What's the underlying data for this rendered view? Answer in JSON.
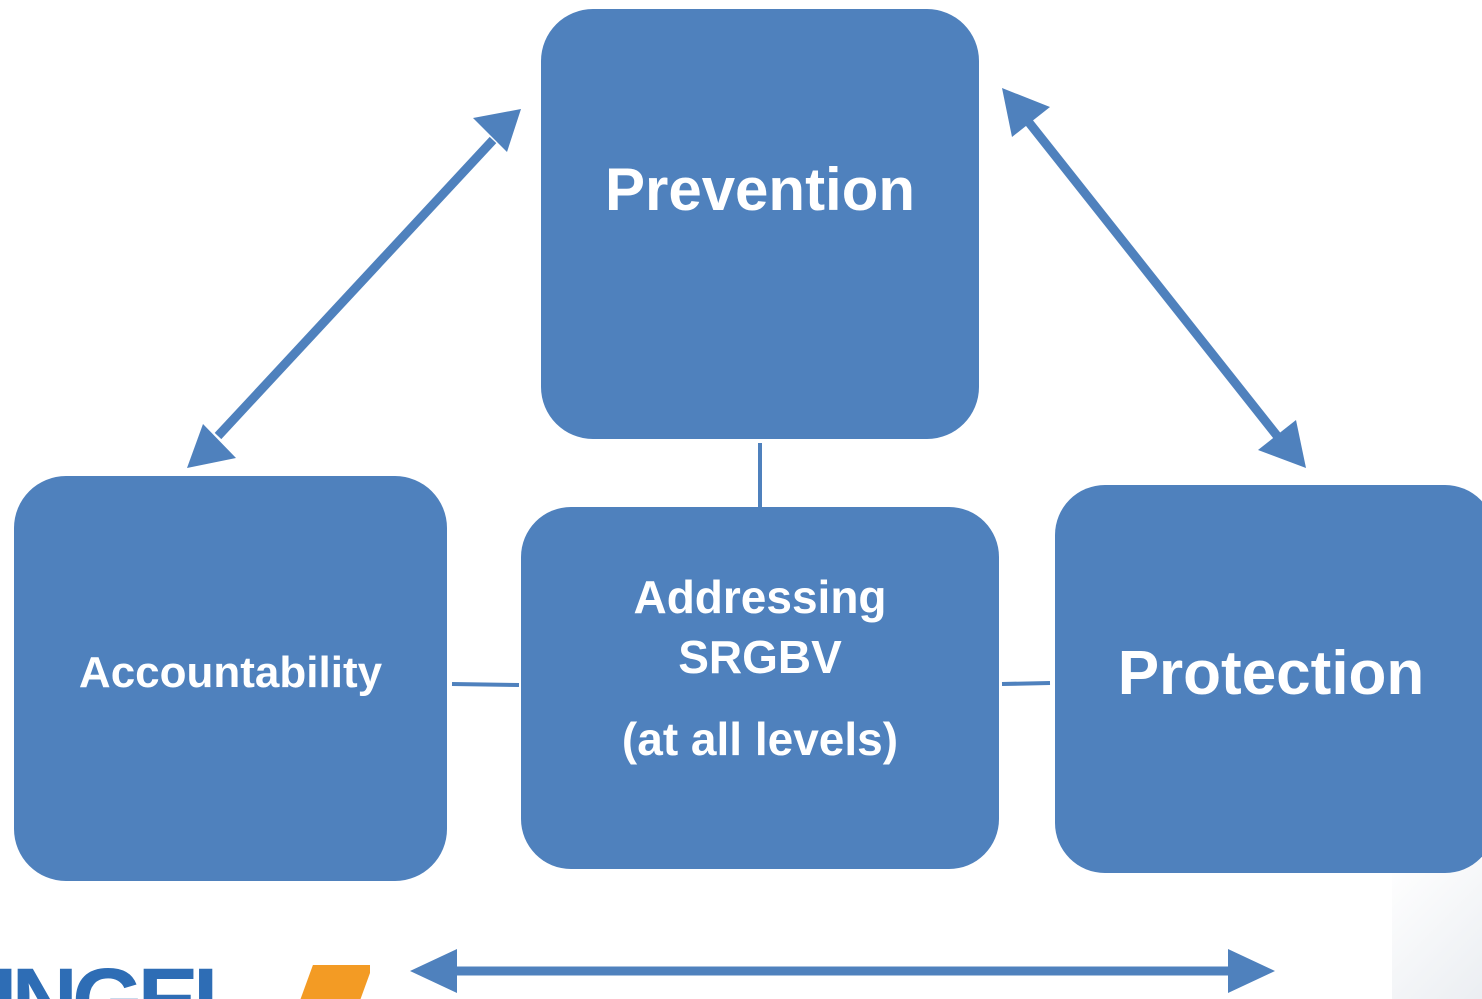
{
  "diagram": {
    "nodes": {
      "prevention": {
        "label": "Prevention"
      },
      "accountability": {
        "label": "Accountability"
      },
      "center": {
        "line1": "Addressing",
        "line2": "SRGBV",
        "line3": "(at all levels)"
      },
      "protection": {
        "label": "Protection"
      }
    },
    "edges": [
      {
        "from": "prevention",
        "to": "accountability",
        "type": "double-arrow"
      },
      {
        "from": "prevention",
        "to": "protection",
        "type": "double-arrow"
      },
      {
        "from": "accountability",
        "to": "protection",
        "type": "double-arrow"
      },
      {
        "from": "prevention",
        "to": "center",
        "type": "line"
      },
      {
        "from": "accountability",
        "to": "center",
        "type": "line"
      },
      {
        "from": "protection",
        "to": "center",
        "type": "line"
      }
    ],
    "colors": {
      "box_fill": "#4f81bd",
      "text": "#ffffff",
      "connector": "#4f81bd",
      "logo_blue": "#2e6db5",
      "logo_orange": "#f39b24"
    }
  },
  "logo": {
    "text": "INGEI"
  }
}
